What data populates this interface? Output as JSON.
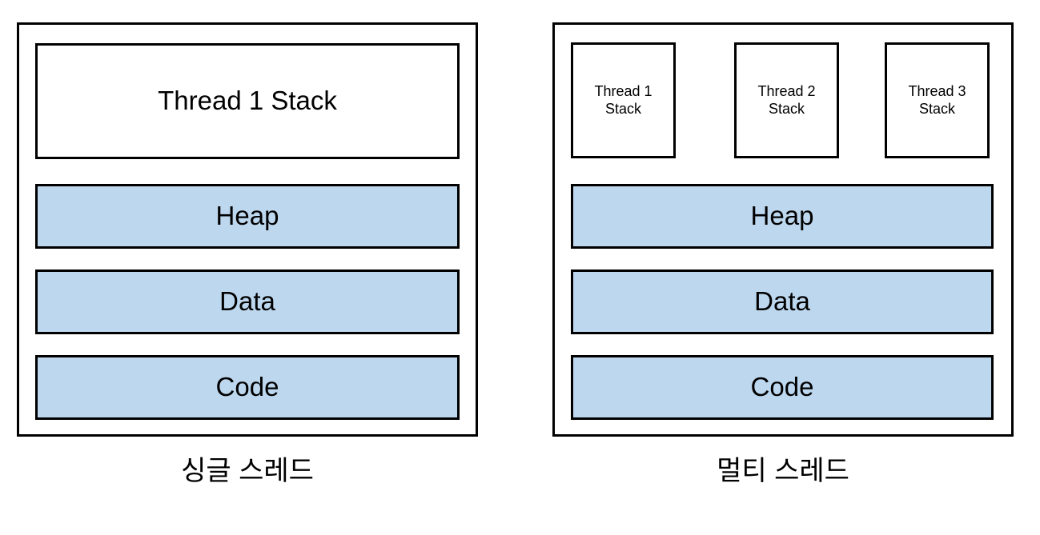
{
  "colors": {
    "shared_memory_fill": "#bdd7ee",
    "stroke": "#000000",
    "background": "#ffffff"
  },
  "diagram": {
    "type": "memory-layout-comparison",
    "panels": [
      {
        "id": "single",
        "caption": "싱글 스레드",
        "blocks": [
          {
            "id": "thread1-stack",
            "label": "Thread 1 Stack",
            "fill": "white"
          },
          {
            "id": "heap",
            "label": "Heap",
            "fill": "blue"
          },
          {
            "id": "data",
            "label": "Data",
            "fill": "blue"
          },
          {
            "id": "code",
            "label": "Code",
            "fill": "blue"
          }
        ]
      },
      {
        "id": "multi",
        "caption": "멀티 스레드",
        "stacks": [
          {
            "id": "thread1-stack",
            "line1": "Thread 1",
            "line2": "Stack"
          },
          {
            "id": "thread2-stack",
            "line1": "Thread 2",
            "line2": "Stack"
          },
          {
            "id": "thread3-stack",
            "line1": "Thread 3",
            "line2": "Stack"
          }
        ],
        "blocks": [
          {
            "id": "heap",
            "label": "Heap",
            "fill": "blue"
          },
          {
            "id": "data",
            "label": "Data",
            "fill": "blue"
          },
          {
            "id": "code",
            "label": "Code",
            "fill": "blue"
          }
        ]
      }
    ]
  }
}
